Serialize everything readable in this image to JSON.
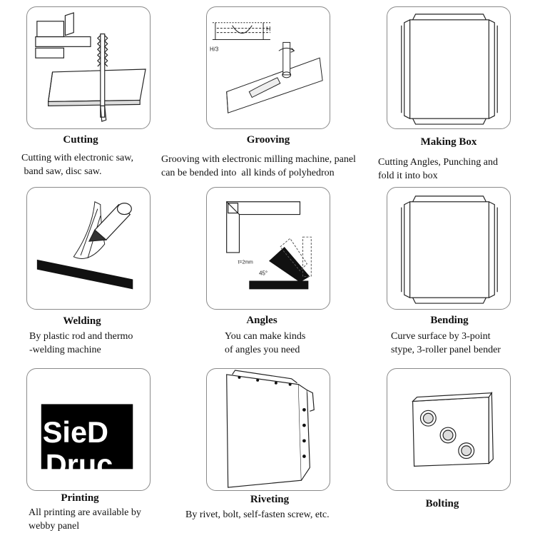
{
  "processes": [
    {
      "title": "Cutting",
      "description": "Cutting with electronic saw,\n band saw, disc saw."
    },
    {
      "title": "Grooving",
      "description": "Grooving with electronic milling machine, panel\ncan be bended into  all kinds of polyhedron"
    },
    {
      "title": "Making Box",
      "description": "Cutting Angles, Punching and\nfold it into box"
    },
    {
      "title": "Welding",
      "description": "By plastic rod and thermo\n-welding machine"
    },
    {
      "title": "Angles",
      "description": "You can make kinds\nof angles you need"
    },
    {
      "title": "Bending",
      "description": "Curve surface by 3-point\nstype, 3-roller panel bender"
    },
    {
      "title": "Printing",
      "description": "All printing are available by\nwebby panel"
    },
    {
      "title": "Riveting",
      "description": "By rivet, bolt, self-fasten screw, etc."
    },
    {
      "title": "Bolting",
      "description": ""
    }
  ],
  "diagram_labels": {
    "grooving_h": "H",
    "grooving_h3": "H/3",
    "angles_thickness": "t=2mm",
    "angles_degree": "45°",
    "printing_word_top": "SieD",
    "printing_word_bottom": "Druc"
  }
}
